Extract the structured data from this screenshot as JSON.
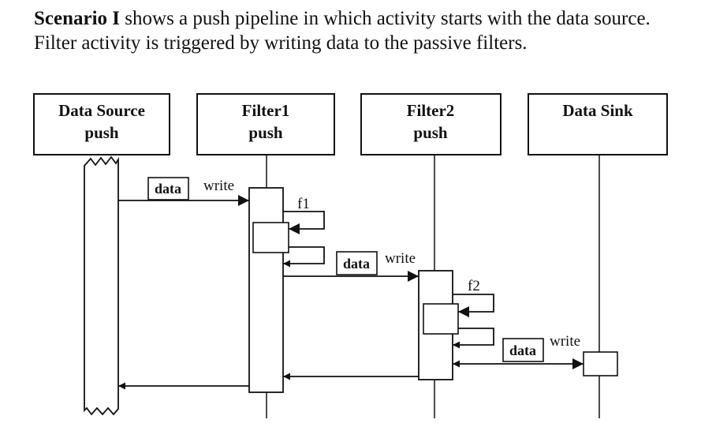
{
  "caption": {
    "lead": "Scenario I",
    "rest": " shows a push pipeline in which activity starts with the data source. Filter activity is triggered by writing data to the passive filters."
  },
  "components": [
    {
      "line1": "Data Source",
      "line2": "push"
    },
    {
      "line1": "Filter1",
      "line2": "push"
    },
    {
      "line1": "Filter2",
      "line2": "push"
    },
    {
      "line1": "Data Sink",
      "line2": ""
    }
  ],
  "messages": {
    "data": "data",
    "write": "write",
    "f1": "f1",
    "f2": "f2"
  },
  "colors": {
    "ink": "#111111",
    "background": "#ffffff"
  }
}
